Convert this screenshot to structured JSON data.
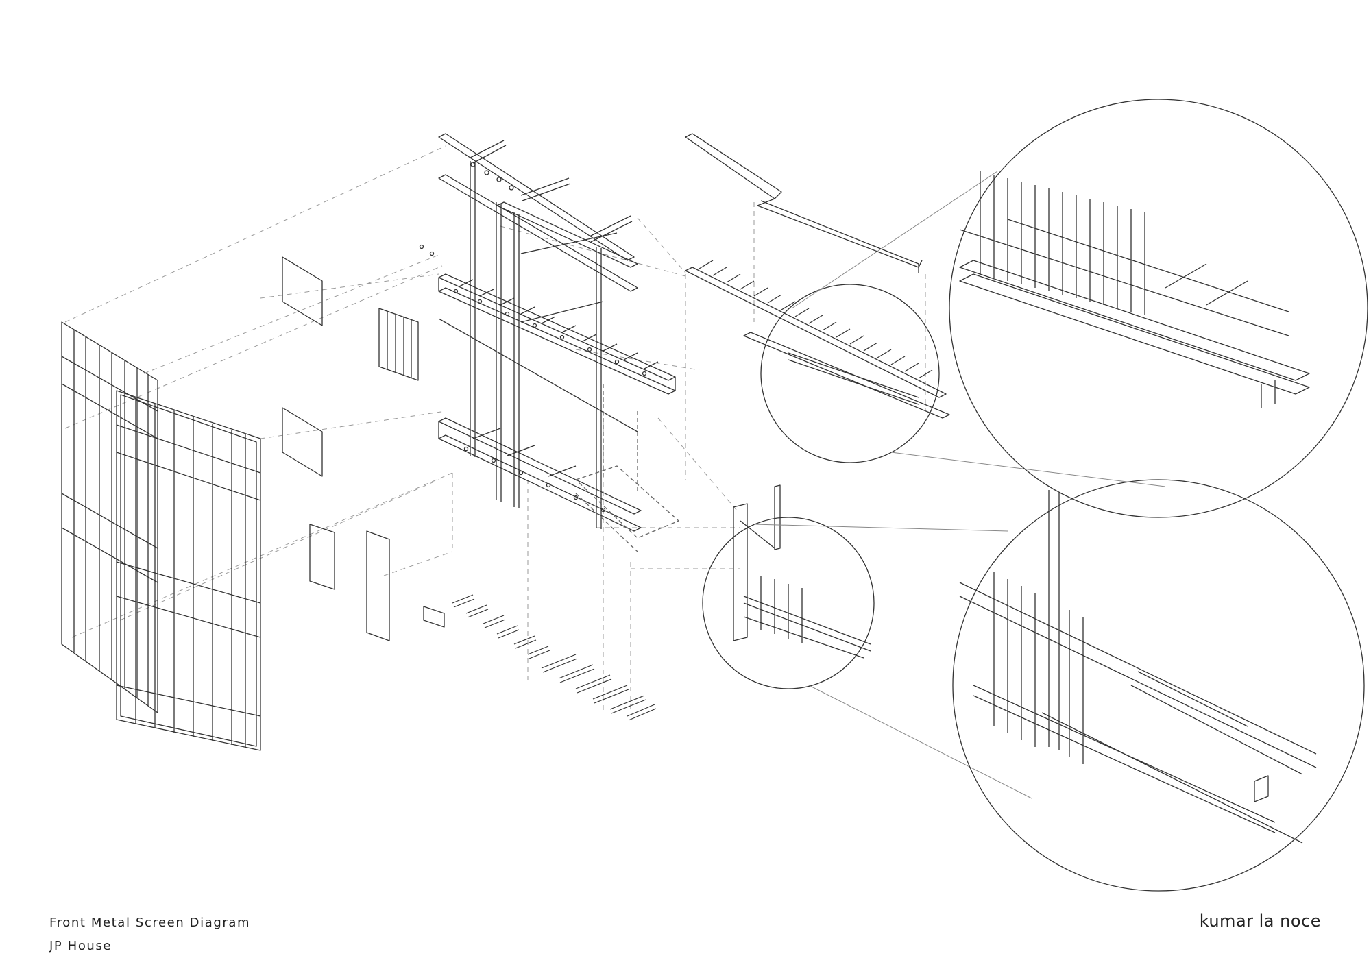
{
  "title": "Front Metal Screen Diagram",
  "subtitle": "JP House",
  "brand": "kumar la noce",
  "colors": {
    "line": "#333333",
    "dash": "#9a9a9a",
    "background": "#ffffff"
  }
}
